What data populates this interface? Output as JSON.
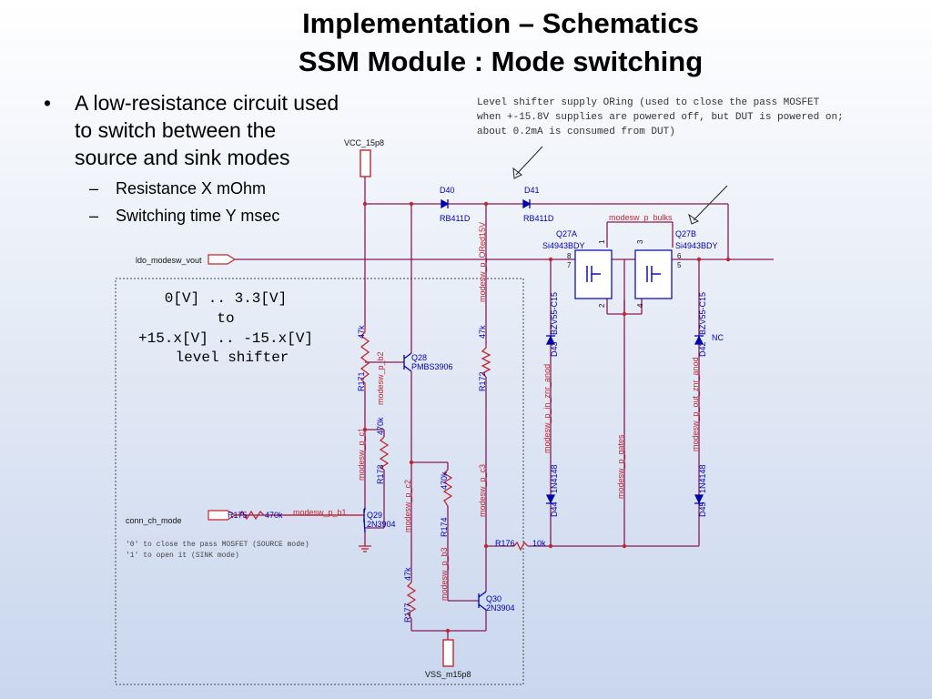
{
  "title": {
    "line1": "Implementation – Schematics",
    "line2": "SSM Module : Mode switching"
  },
  "bullets": {
    "main": [
      "A low-resistance circuit used",
      "to switch  between the",
      "source and sink modes"
    ],
    "sub1": "Resistance X mOhm",
    "sub2": "Switching time Y msec"
  },
  "note": {
    "line1": "Level shifter supply ORing (used to close the pass MOSFET",
    "line2": "when +-15.8V supplies are powered off, but DUT is powered on;",
    "line3": "about 0.2mA is consumed from DUT)"
  },
  "box": {
    "line1": "0[V] .. 3.3[V]",
    "line2": "to",
    "line3": "+15.x[V] .. -15.x[V]",
    "line4": "level shifter"
  },
  "ports": {
    "vcc": "VCC_15p8",
    "vss": "VSS_m15p8",
    "ldo": "ldo_modesw_vout",
    "conn": "conn_ch_mode",
    "comment1": "'0' to close the pass MOSFET (SOURCE mode)",
    "comment2": "'1' to open it (SINK mode)"
  },
  "parts": {
    "d40": "D40",
    "d40_val": "RB411D",
    "d41": "D41",
    "d41_val": "RB411D",
    "q27a": "Q27A",
    "q27a_val": "Si4943BDY",
    "q27b": "Q27B",
    "q27b_val": "Si4943BDY",
    "q28": "Q28",
    "q28_val": "PMBS3906",
    "q29": "Q29",
    "q29_val": "2N3904",
    "q30": "Q30",
    "q30_val": "2N3904",
    "r171": "R171",
    "r171_val": "47k",
    "r172": "R172",
    "r172_val": "47k",
    "r173": "R173",
    "r173_val": "470k",
    "r174": "R174",
    "r174_val": "470k",
    "r175": "R175",
    "r175_val": "470k",
    "r176": "R176",
    "r176_val": "10k",
    "r177": "R177",
    "r177_val": "47k",
    "d42": "D42",
    "d42_val": "BZV55-C15",
    "d42_nc": "NC",
    "d43": "D43",
    "d43_val": "BZV55-C15",
    "d44": "D44",
    "d44_val": "1N4148",
    "d45": "D45",
    "d45_val": "1N4148"
  },
  "nets": {
    "bulks": "modesw_p_bulks",
    "ored": "modesw_p_ORed15V",
    "b2": "modesw_p_b2",
    "c1": "modesw_p_c1",
    "c2": "modesw_p_c2",
    "c3": "modesw_p_c3",
    "b3": "modesw_p_b3",
    "b1": "modesw_p_b1",
    "in_znr": "modesw_p_in_znr_anod",
    "gates": "modesw_p_gates",
    "out_znr": "modesw_p_out_znr_anod"
  },
  "pins": {
    "p1": "1",
    "p2": "2",
    "p3": "3",
    "p4": "4",
    "p5": "5",
    "p6": "6",
    "p7": "7",
    "p8": "8"
  },
  "colors": {
    "wire": "#8b1a5a",
    "component": "#c1272d",
    "part": "#0000b0",
    "net": "#c1272d"
  }
}
